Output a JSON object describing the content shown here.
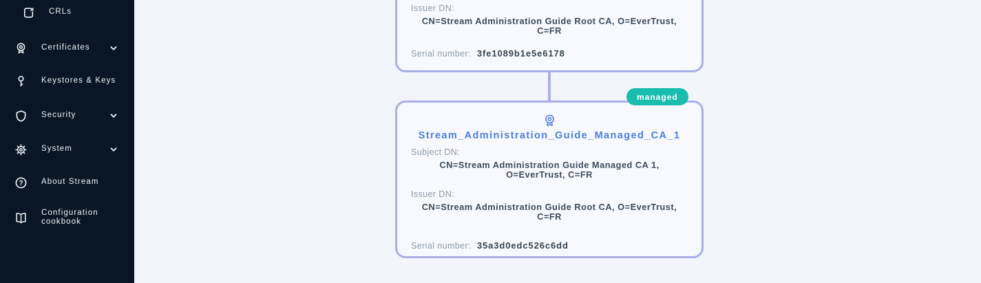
{
  "colors": {
    "sidebar_bg": "#081625",
    "main_bg": "#f3f5fc",
    "card_bg": "#f7f9fe",
    "card_border": "#a9aee8",
    "title_blue": "#4b7fe1",
    "icon_blue": "#5c82dd",
    "badge_teal": "#19bdae",
    "label_gray": "#8f98a9",
    "value_dark": "#3d4a5c",
    "sidebar_text": "#f2f5f9"
  },
  "sidebar": {
    "items": [
      {
        "label": "CRLs",
        "icon": "crl-icon",
        "expandable": false
      },
      {
        "label": "Certificates",
        "icon": "certificate-icon",
        "expandable": true
      },
      {
        "label": "Keystores & Keys",
        "icon": "key-icon",
        "expandable": false
      },
      {
        "label": "Security",
        "icon": "shield-icon",
        "expandable": true
      },
      {
        "label": "System",
        "icon": "gear-icon",
        "expandable": true
      },
      {
        "label": "About Stream",
        "icon": "help-icon",
        "expandable": false
      },
      {
        "label": "Configuration cookbook",
        "icon": "book-icon",
        "expandable": false
      }
    ]
  },
  "ca_tree": {
    "root_ca_card": {
      "issuer_dn_label": "Issuer DN:",
      "issuer_dn": "CN=Stream Administration Guide Root CA, O=EverTrust, C=FR",
      "serial_label": "Serial number:",
      "serial": "3fe1089b1e5e6178"
    },
    "managed_ca_card": {
      "badge": "managed",
      "icon": "certificate-icon",
      "title": "Stream_Administration_Guide_Managed_CA_1",
      "subject_dn_label": "Subject DN:",
      "subject_dn": "CN=Stream Administration Guide Managed CA 1, O=EverTrust, C=FR",
      "issuer_dn_label": "Issuer DN:",
      "issuer_dn": "CN=Stream Administration Guide Root CA, O=EverTrust, C=FR",
      "serial_label": "Serial number:",
      "serial": "35a3d0edc526c6dd"
    }
  }
}
